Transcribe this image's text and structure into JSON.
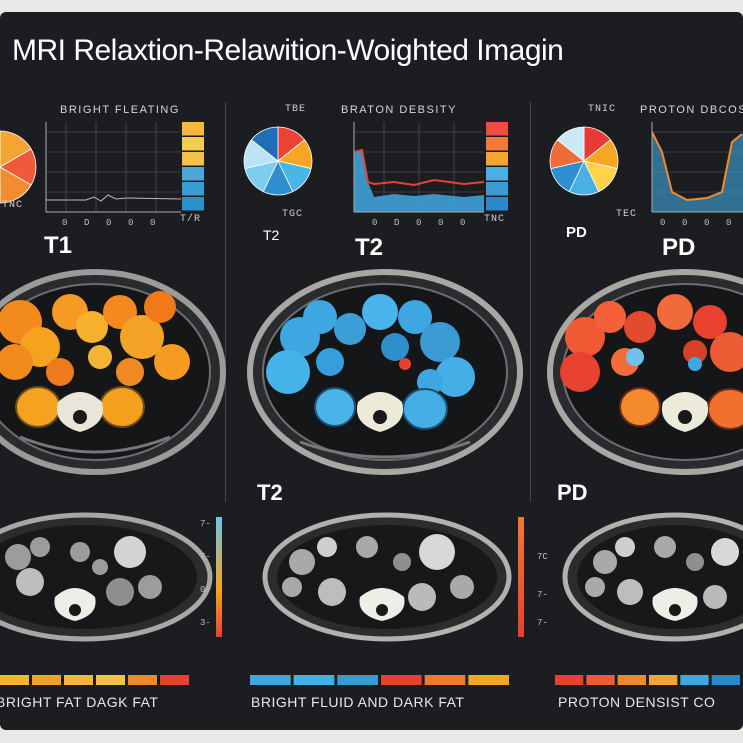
{
  "title": "MRI Relaxtion-Relawition-Woighted Imagin",
  "panels": [
    {
      "id": "t1",
      "heading": "BRIGHT FLEATING",
      "axis_left": "TNC",
      "axis_right": "T/R",
      "tick_labels": [
        "0",
        "D",
        "0",
        "0",
        "0"
      ],
      "big_label": "T1",
      "mid_label": "",
      "scale_ticks": [
        "7-",
        "7-",
        "0-",
        "3-"
      ],
      "caption": "BRIGHT FAT DAGK FAT",
      "pie_colors": [
        "#f4a531",
        "#ef5b3a",
        "#f28c2e",
        "#39a8e3",
        "#ffd66b",
        "#e65a2f"
      ],
      "bar_colors": [
        "#f6b93b",
        "#f3cf4f",
        "#f4c14a",
        "#4aa8d8",
        "#3a9ad2",
        "#2e8fcd"
      ]
    },
    {
      "id": "t2",
      "heading": "BRATON DEBSITY",
      "axis_left": "TGC",
      "axis_right": "TNC",
      "axis_top": "TBE",
      "tick_labels": [
        "0",
        "D",
        "0",
        "0",
        "0"
      ],
      "big_label": "T2",
      "small_label": "T2",
      "mid_label": "T2",
      "caption": "BRIGHT FLUID AND DARK FAT",
      "pie_colors": [
        "#ee4035",
        "#f6a623",
        "#49b6e8",
        "#2e8fd0",
        "#7dcdf2",
        "#bde4f6",
        "#1f6fb6"
      ],
      "bar_colors": [
        "#ef4b3f",
        "#f07a3a",
        "#f3a435",
        "#4ab0e3",
        "#3a9bd6",
        "#2d88c9"
      ]
    },
    {
      "id": "pd",
      "heading": "PROTON DBCOS",
      "axis_top": "TNIC",
      "axis_right": "TEC",
      "tick_labels": [
        "0",
        "0",
        "0",
        "0"
      ],
      "big_label": "PD",
      "small_label": "PD",
      "mid_label": "PD",
      "scale_ticks": [
        "7C",
        "7-",
        "7-"
      ],
      "caption": "PROTON DENSIST CO",
      "pie_colors": [
        "#e93a3a",
        "#f6a623",
        "#ffd24a",
        "#4ab0e3",
        "#2e8fd0",
        "#f06b3a",
        "#c9e9f7"
      ],
      "bar_colors": [
        "#ef4b3f",
        "#f07a3a",
        "#f3a435",
        "#4ab0e3",
        "#3a9bd6",
        "#2d88c9"
      ]
    }
  ],
  "colors": {
    "orange": "#f5921e",
    "blue": "#3fa8e0",
    "red": "#e8412f",
    "grey": "#8a8a8a"
  }
}
